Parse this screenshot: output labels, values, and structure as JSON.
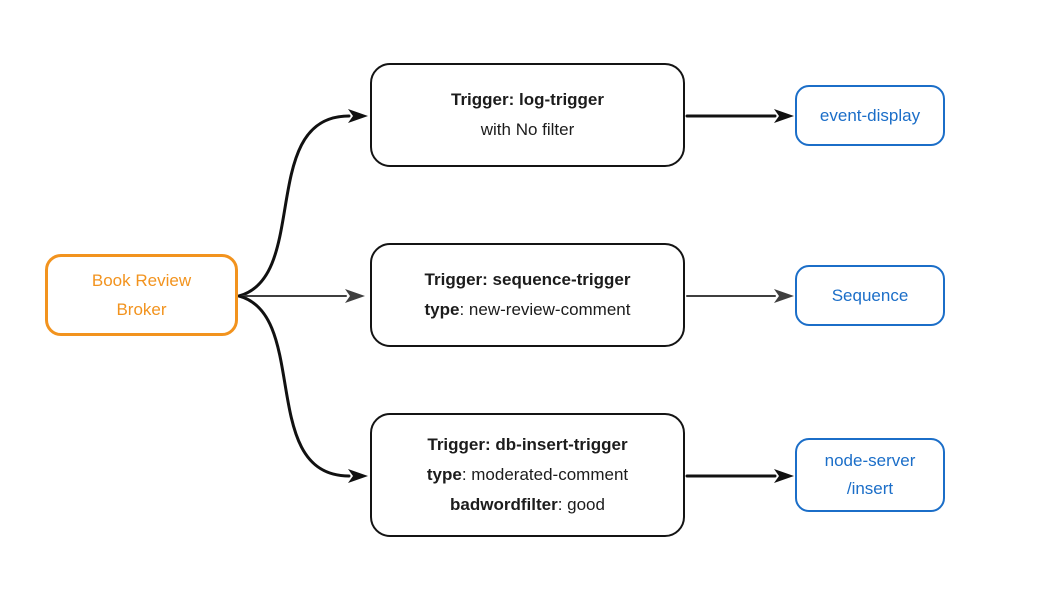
{
  "colors": {
    "broker_orange": "#F2931E",
    "sink_blue": "#1B6EC8",
    "trigger_border_black": "#141414",
    "edge_black": "#111111",
    "edge_gray": "#3F3F3F",
    "background": "#FFFFFF"
  },
  "broker": {
    "line1": "Book Review",
    "line2": "Broker"
  },
  "triggers": [
    {
      "title": "Trigger: log-trigger",
      "plain_line": "with No filter"
    },
    {
      "title": "Trigger: sequence-trigger",
      "attr1_key": "type",
      "attr1_val": ": new-review-comment"
    },
    {
      "title": "Trigger: db-insert-trigger",
      "attr1_key": "type",
      "attr1_val": ": moderated-comment",
      "attr2_key": "badwordfilter",
      "attr2_val": ": good"
    }
  ],
  "sinks": [
    {
      "label": "event-display"
    },
    {
      "label": "Sequence"
    },
    {
      "line1": "node-server",
      "line2": "/insert"
    }
  ]
}
